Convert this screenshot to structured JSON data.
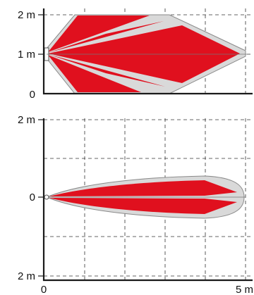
{
  "colors": {
    "lobe": "#e0101e",
    "envelope": "#d9d9d9",
    "envelope_stroke": "#8a8a8a",
    "axis": "#1a1a1a",
    "grid": "#333333"
  },
  "top_view": {
    "y_labels": [
      "2 m",
      "1 m",
      "0"
    ]
  },
  "side_view": {
    "y_labels": [
      "2 m",
      "0",
      "2 m"
    ],
    "x_labels": [
      "0",
      "5 m"
    ]
  }
}
